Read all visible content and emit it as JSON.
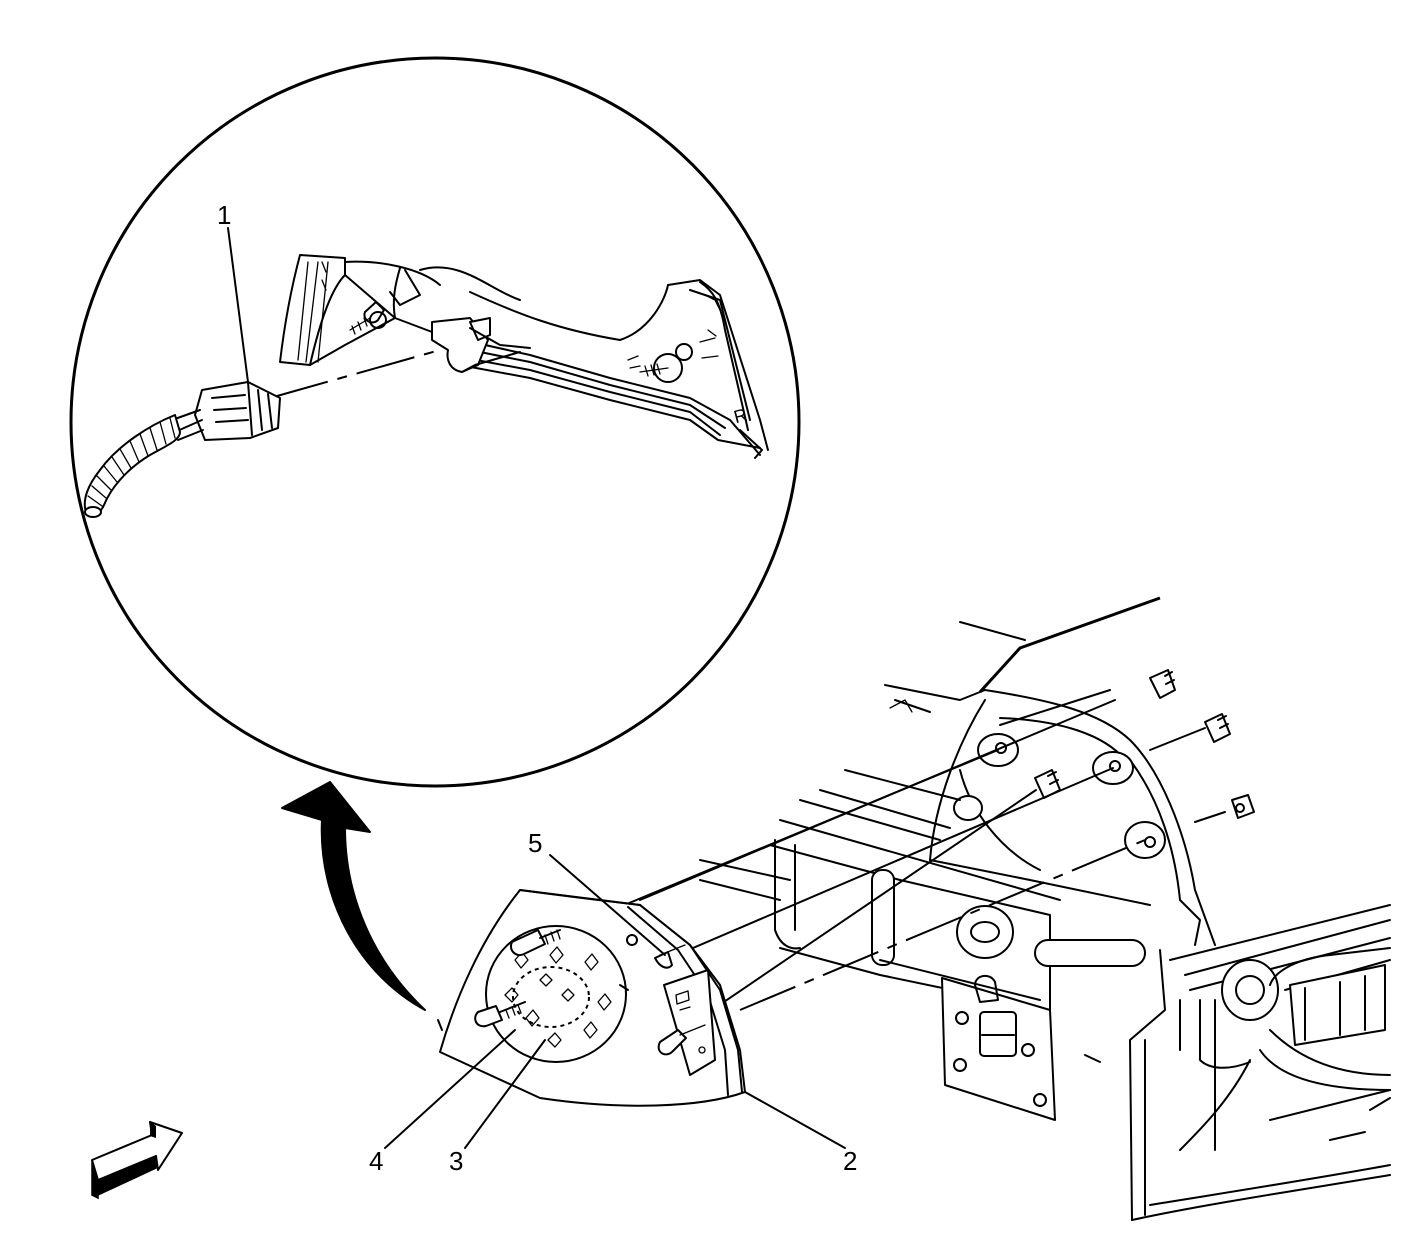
{
  "callouts": {
    "c1": "1",
    "c2": "2",
    "c3": "3",
    "c4": "4",
    "c5": "5"
  },
  "inset_text": {
    "lamp_letter": "R"
  },
  "icons": [
    "detail-view-arrow-icon",
    "vehicle-front-direction-arrow-icon"
  ]
}
